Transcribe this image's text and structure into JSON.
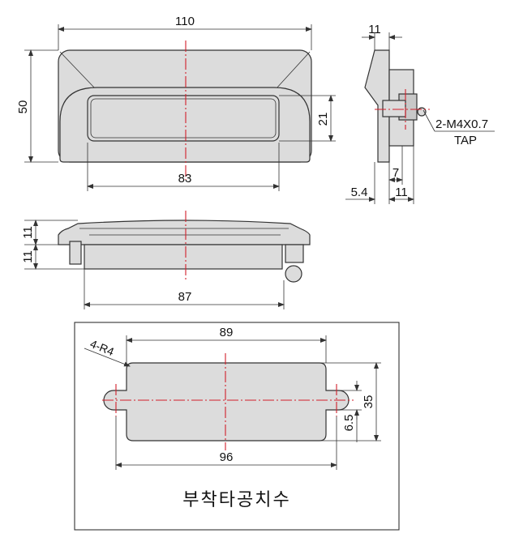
{
  "front_view": {
    "overall_width": "110",
    "overall_height": "50",
    "recess_width": "83",
    "recess_height": "21"
  },
  "side_view": {
    "top_width": "11",
    "tap_label": "2-M4X0.7",
    "tap_sub": "TAP",
    "dim_7": "7",
    "dim_5_4": "5.4",
    "dim_11": "11"
  },
  "top_view": {
    "dim_upper": "11",
    "dim_lower": "11",
    "width": "87"
  },
  "mounting_cutout": {
    "width": "89",
    "hole_span": "96",
    "height": "35",
    "slot_width": "6.5",
    "corner_radius": "4-R4",
    "title": "부착타공치수"
  },
  "colors": {
    "part_fill": "#dcdcdc",
    "outline": "#333333",
    "center_line": "#d21e2a"
  }
}
